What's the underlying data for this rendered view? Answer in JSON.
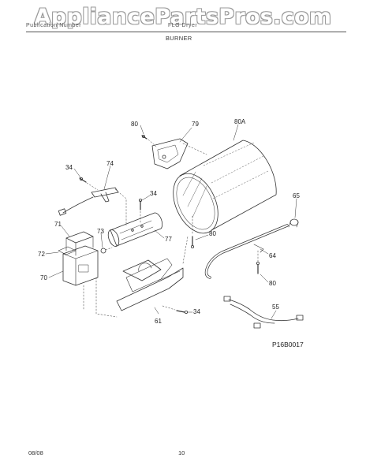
{
  "watermark": "AppliancePartsPros.com",
  "header": {
    "left": "Publication Number",
    "right": "FLG Dryer",
    "section": "BURNER"
  },
  "parts": {
    "p80_top": "80",
    "p79": "79",
    "p80A": "80A",
    "p34_left": "34",
    "p74": "74",
    "p34_mid": "34",
    "p65": "65",
    "p71": "71",
    "p73": "73",
    "p77": "77",
    "p80_mid": "80",
    "p72": "72",
    "p64": "64",
    "p70": "70",
    "p80_low": "80",
    "p55": "55",
    "p34_low": "34",
    "p61": "61"
  },
  "reference": "P16B0017",
  "footer": {
    "date": "08/08",
    "page": "10"
  }
}
